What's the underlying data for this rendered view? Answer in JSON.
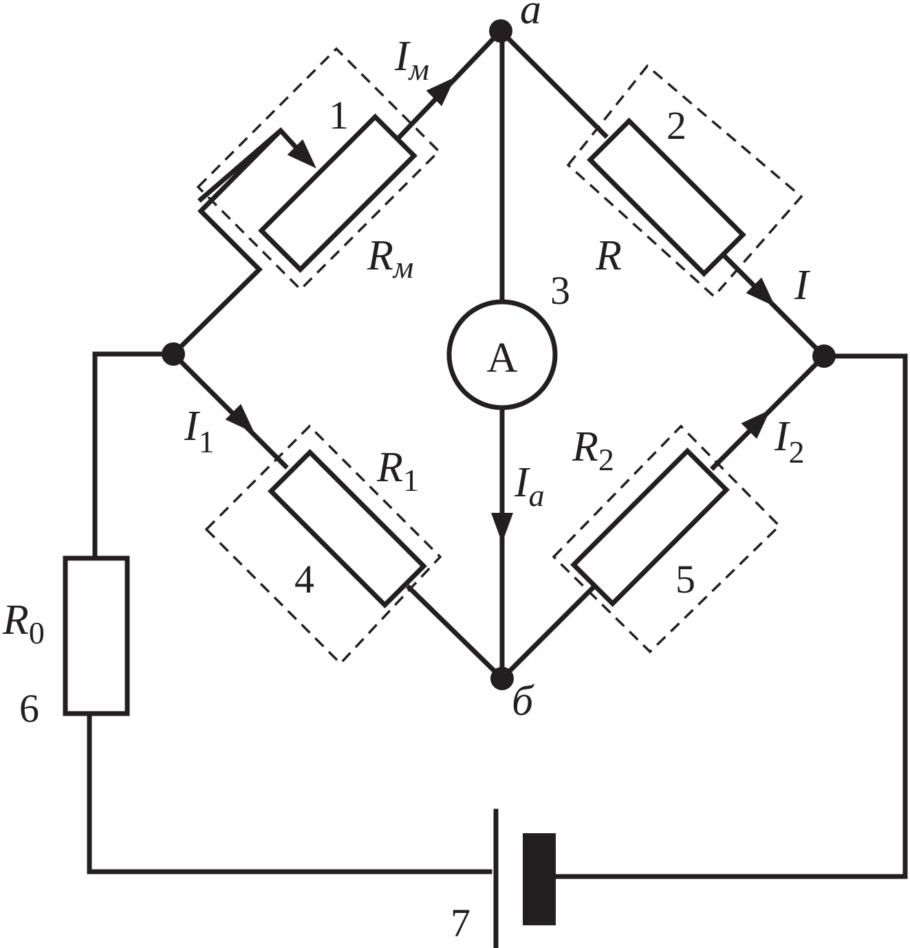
{
  "diagram": {
    "nodes": {
      "a": "a",
      "b": "б"
    },
    "meter": {
      "symbol": "A",
      "number": "3"
    },
    "resistors": {
      "rm": {
        "number": "1",
        "name": "R",
        "sub": "м"
      },
      "r": {
        "number": "2",
        "name": "R"
      },
      "r1": {
        "number": "4",
        "name": "R",
        "sub": "1"
      },
      "r2": {
        "number": "5",
        "name": "R",
        "sub": "2"
      },
      "r0": {
        "number": "6",
        "name": "R",
        "sub": "0"
      }
    },
    "currents": {
      "im": {
        "name": "I",
        "sub": "м"
      },
      "i": {
        "name": "I"
      },
      "i1": {
        "name": "I",
        "sub": "1"
      },
      "i2": {
        "name": "I",
        "sub": "2"
      },
      "ia": {
        "name": "I",
        "sub": "a"
      }
    },
    "battery": {
      "number": "7"
    },
    "colors": {
      "ink": "#231f20",
      "background": "#ffffff"
    }
  }
}
